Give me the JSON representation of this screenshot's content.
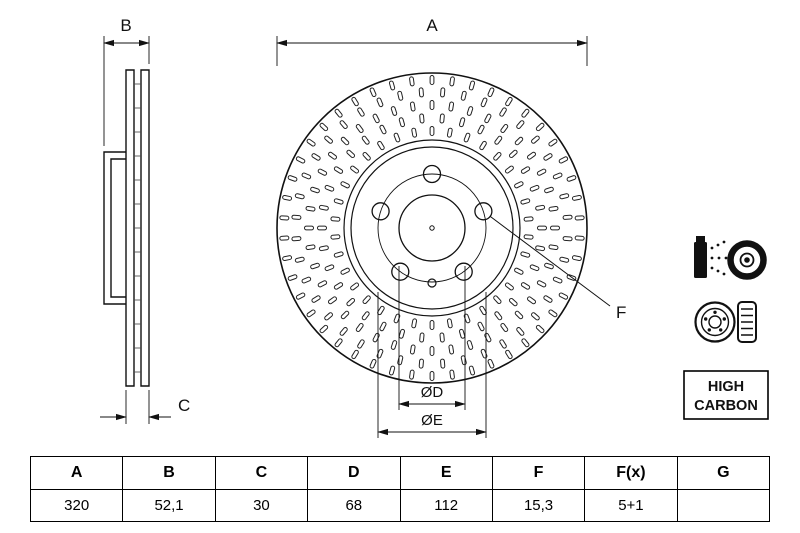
{
  "drawing": {
    "dim_a": "A",
    "dim_b": "B",
    "dim_c": "C",
    "dim_d": "ØD",
    "dim_e": "ØE",
    "dim_f": "F"
  },
  "badges": {
    "high_carbon": {
      "line1": "HIGH",
      "line2": "CARBON"
    }
  },
  "icons": {
    "coating": "coating-spray-icon",
    "vented_disc": "vented-disc-icon"
  },
  "table": {
    "headers": [
      "A",
      "B",
      "C",
      "D",
      "E",
      "F",
      "F(x)",
      "G"
    ],
    "values": [
      "320",
      "52,1",
      "30",
      "68",
      "112",
      "15,3",
      "5+1",
      ""
    ]
  },
  "colors": {
    "line": "#111111",
    "background": "#ffffff"
  }
}
